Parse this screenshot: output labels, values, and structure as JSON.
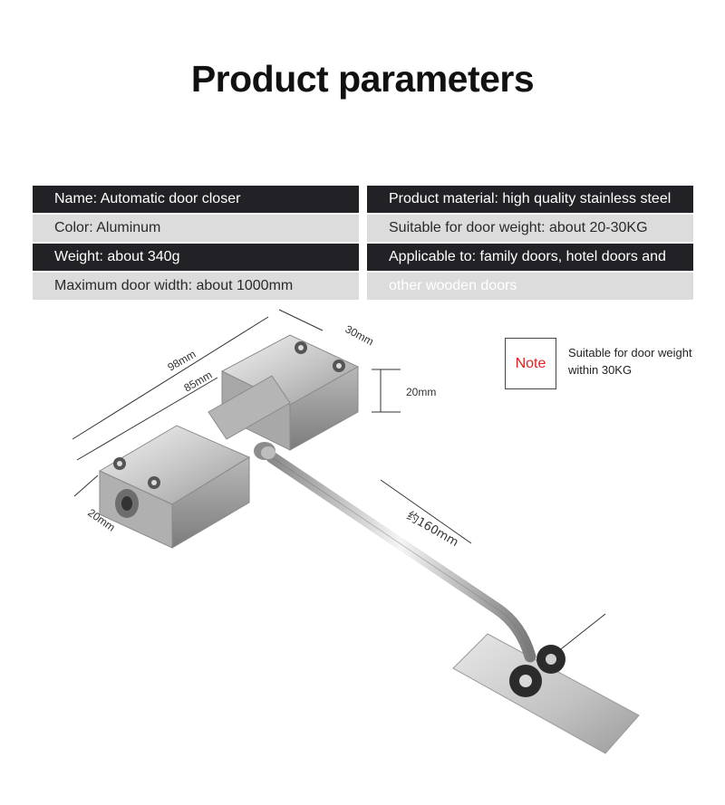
{
  "title": "Product parameters",
  "params": {
    "rows": [
      {
        "left": "Name: Automatic door closer",
        "right": "Product material: high quality stainless steel"
      },
      {
        "left": "Color: Aluminum",
        "right": "Suitable for door weight: about 20-30KG"
      },
      {
        "left": "Weight: about 340g",
        "right": "Applicable to: family doors, hotel doors and"
      },
      {
        "left": "Maximum door width: about 1000mm",
        "right": "other wooden doors"
      }
    ]
  },
  "note": {
    "label": "Note",
    "text_line1": "Suitable for door weight",
    "text_line2": "within 30KG"
  },
  "dimensions": {
    "d98": "98mm",
    "d85": "85mm",
    "d30": "30mm",
    "d20_height": "20mm",
    "d20_side": "20mm",
    "d160": "约160mm"
  },
  "colors": {
    "dark_row": "#222226",
    "light_row": "#dcdcdc",
    "note_red": "#e02020"
  }
}
